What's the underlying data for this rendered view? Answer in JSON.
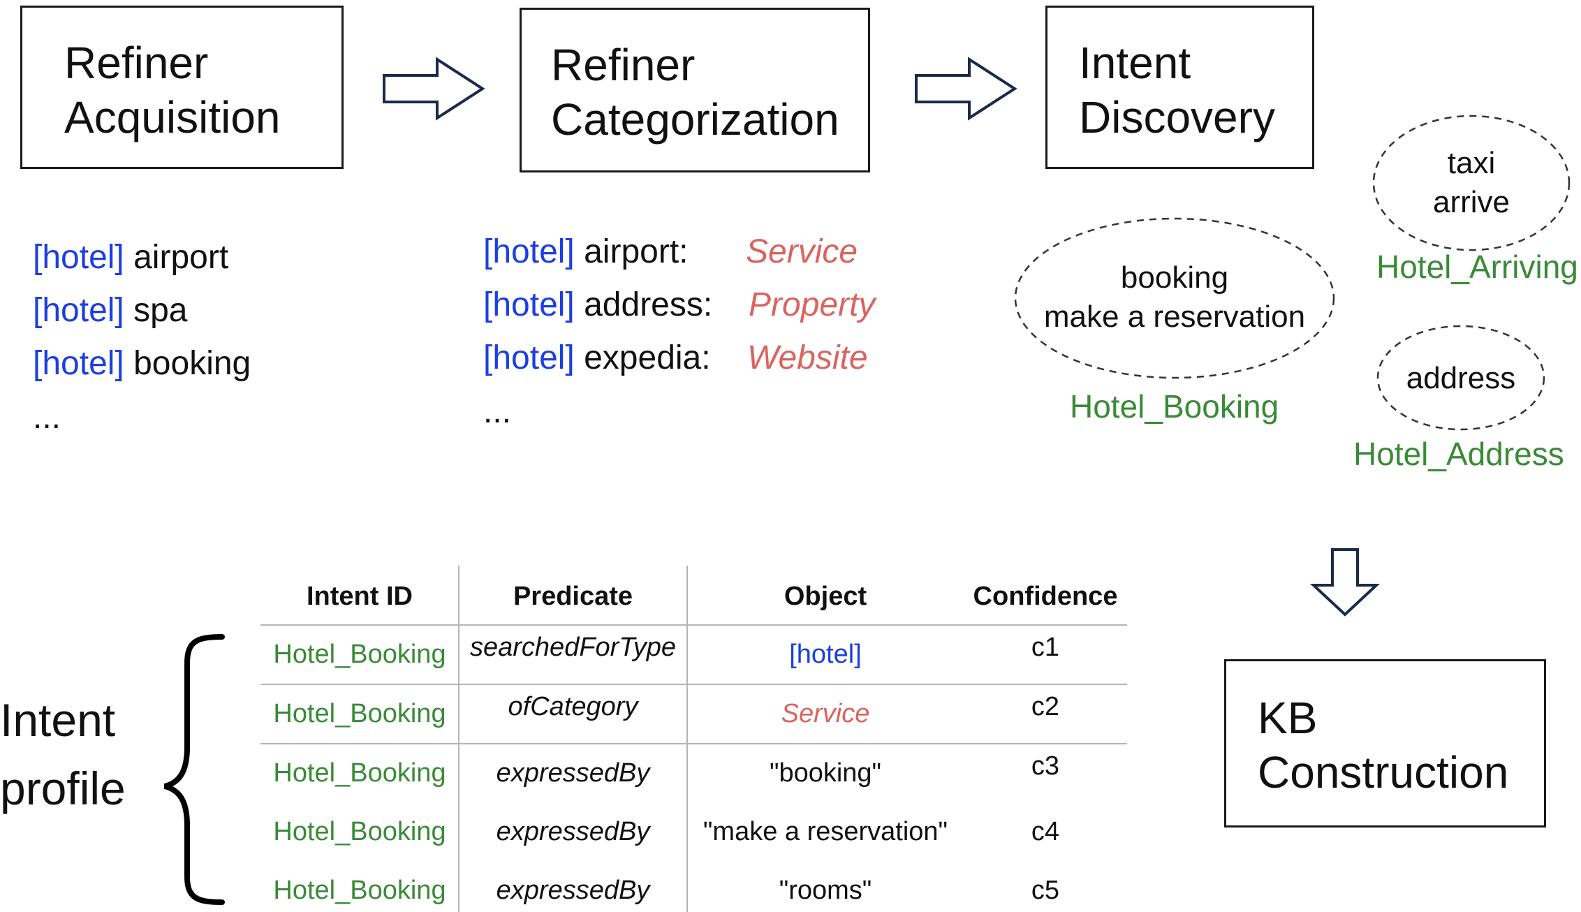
{
  "pipeline": {
    "acquisition": {
      "line1": "Refiner",
      "line2": "Acquisition"
    },
    "categorization": {
      "line1": "Refiner",
      "line2": "Categorization"
    },
    "discovery": {
      "line1": "Intent",
      "line2": "Discovery"
    },
    "kb": {
      "line1": "KB",
      "line2": "Construction"
    }
  },
  "acquisition_list": [
    {
      "tag": "[hotel]",
      "term": " airport"
    },
    {
      "tag": "[hotel]",
      "term": " spa"
    },
    {
      "tag": "[hotel]",
      "term": " booking"
    }
  ],
  "acquisition_ellipsis": "...",
  "categorization_list": [
    {
      "tag": "[hotel]",
      "term": " airport:",
      "category": "Service"
    },
    {
      "tag": "[hotel]",
      "term": " address:",
      "category": "Property"
    },
    {
      "tag": "[hotel]",
      "term": " expedia:",
      "category": "Website"
    }
  ],
  "categorization_ellipsis": "...",
  "clusters": {
    "booking": {
      "line1": "booking",
      "line2": "make a reservation",
      "label": "Hotel_Booking"
    },
    "arriving": {
      "line1": "taxi",
      "line2": "arrive",
      "label": "Hotel_Arriving"
    },
    "address": {
      "line1": "address",
      "label": "Hotel_Address"
    }
  },
  "profile": {
    "line1": "Intent",
    "line2": "profile"
  },
  "table": {
    "headers": [
      "Intent ID",
      "Predicate",
      "Object",
      "Confidence"
    ],
    "rows": [
      [
        "Hotel_Booking",
        "searchedForType",
        "[hotel]",
        "c1"
      ],
      [
        "Hotel_Booking",
        "ofCategory",
        "Service",
        "c2"
      ],
      [
        "Hotel_Booking",
        "expressedBy",
        "\"booking\"",
        "c3"
      ],
      [
        "Hotel_Booking",
        "expressedBy",
        "\"make a reservation\"",
        "c4"
      ],
      [
        "Hotel_Booking",
        "expressedBy",
        "\"rooms\"",
        "c5"
      ]
    ]
  },
  "colors": {
    "tag": "#1c3fe0",
    "category": "#d9645f",
    "intent": "#3a8a38",
    "arrow": "#1b2a4a"
  }
}
